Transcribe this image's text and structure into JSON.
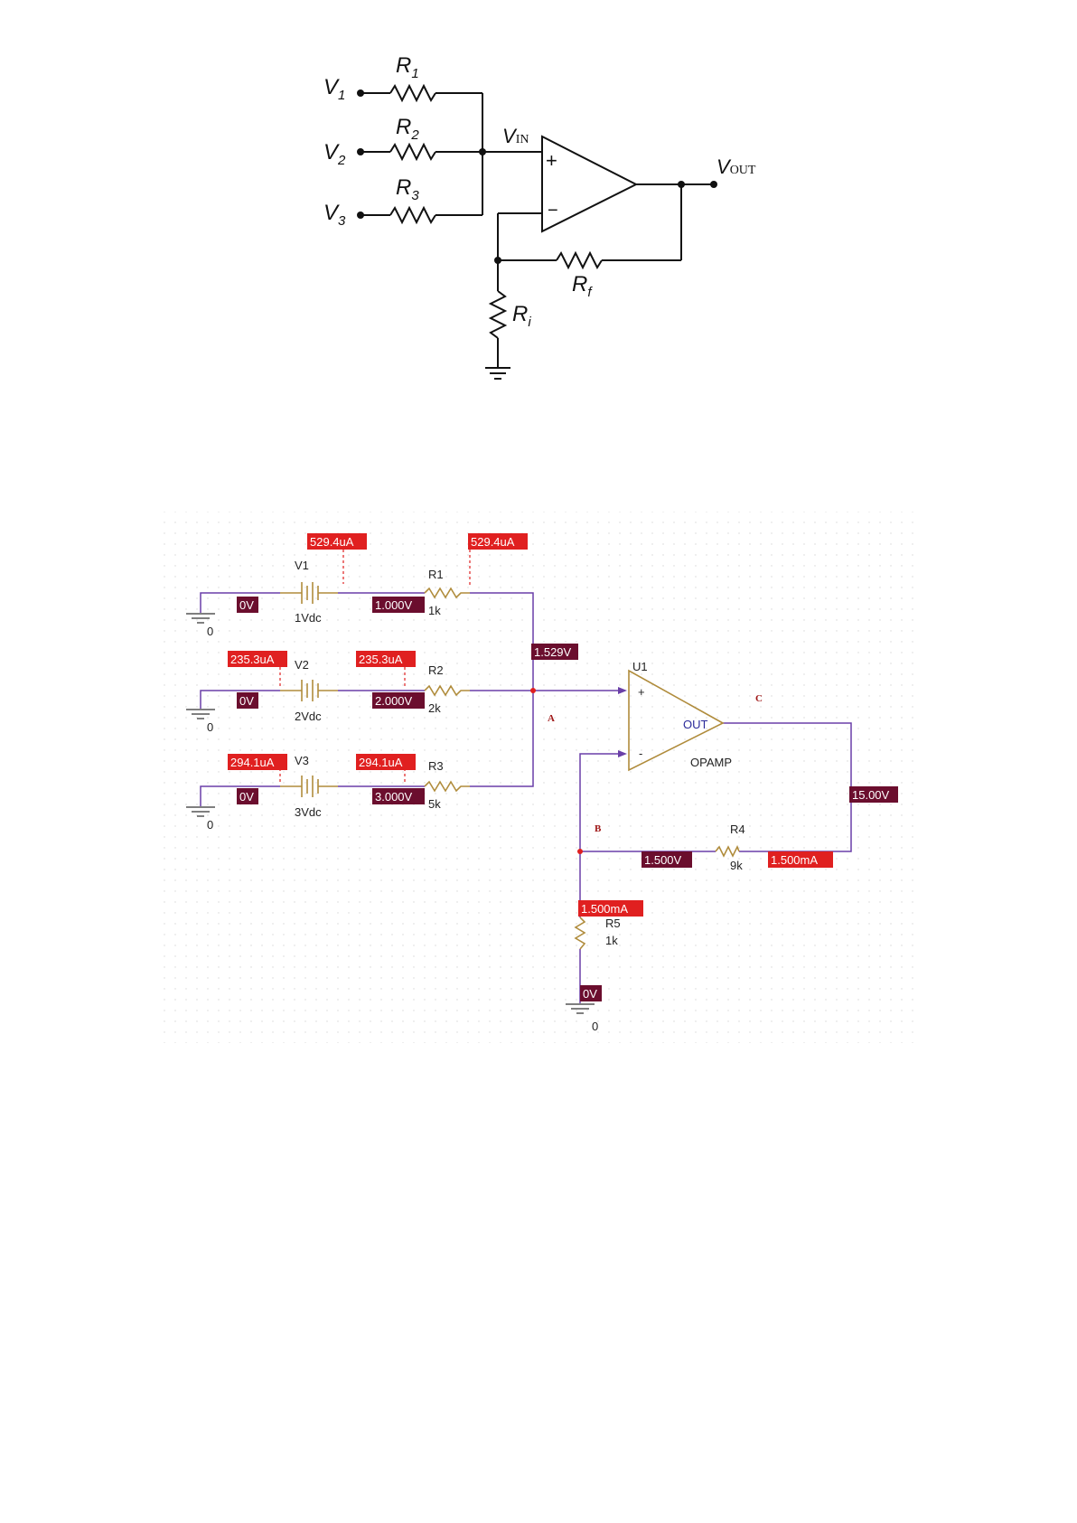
{
  "colors": {
    "wire": "#6a3fa8",
    "component": "#b08c3c",
    "voltage_tag": "#6b0e2e",
    "current_tag": "#e02020",
    "probe": "#e02020",
    "opamp_out_text": "#2a2a9a",
    "node_letter": "#a01818"
  },
  "schematic": {
    "input_labels": [
      {
        "name": "V",
        "sub": "1"
      },
      {
        "name": "V",
        "sub": "2"
      },
      {
        "name": "V",
        "sub": "3"
      }
    ],
    "resistor_labels": [
      {
        "name": "R",
        "sub": "1"
      },
      {
        "name": "R",
        "sub": "2"
      },
      {
        "name": "R",
        "sub": "3"
      }
    ],
    "vin": {
      "name": "V",
      "sub": "IN"
    },
    "vout": {
      "name": "V",
      "sub": "OUT"
    },
    "rf": {
      "name": "R",
      "sub": "f"
    },
    "ri": {
      "name": "R",
      "sub": "i"
    },
    "plus_sign": "+",
    "minus_sign": "−"
  },
  "simulation": {
    "sources": [
      {
        "ref": "V1",
        "value": "1Vdc",
        "ground_label": "0",
        "ground_voltage": "0V",
        "current": "529.4uA"
      },
      {
        "ref": "V2",
        "value": "2Vdc",
        "ground_label": "0",
        "ground_voltage": "0V",
        "current": "235.3uA"
      },
      {
        "ref": "V3",
        "value": "3Vdc",
        "ground_label": "0",
        "ground_voltage": "0V",
        "current": "294.1uA"
      }
    ],
    "resistors": [
      {
        "ref": "R1",
        "value": "1k",
        "voltage": "1.000V",
        "current": "529.4uA"
      },
      {
        "ref": "R2",
        "value": "2k",
        "voltage": "2.000V",
        "current": "235.3uA"
      },
      {
        "ref": "R3",
        "value": "5k",
        "voltage": "3.000V",
        "current": "294.1uA"
      }
    ],
    "node_a": {
      "letter": "A",
      "voltage": "1.529V"
    },
    "opamp": {
      "ref": "U1",
      "model": "OPAMP",
      "out_label": "OUT",
      "plus": "+",
      "minus": "-"
    },
    "node_c": {
      "letter": "C",
      "voltage": "15.00V"
    },
    "node_b": {
      "letter": "B",
      "voltage": "1.500V"
    },
    "r4": {
      "ref": "R4",
      "value": "9k",
      "current": "1.500mA"
    },
    "r5": {
      "ref": "R5",
      "value": "1k",
      "current": "1.500mA"
    },
    "bottom_ground": {
      "label": "0",
      "voltage": "0V"
    }
  }
}
